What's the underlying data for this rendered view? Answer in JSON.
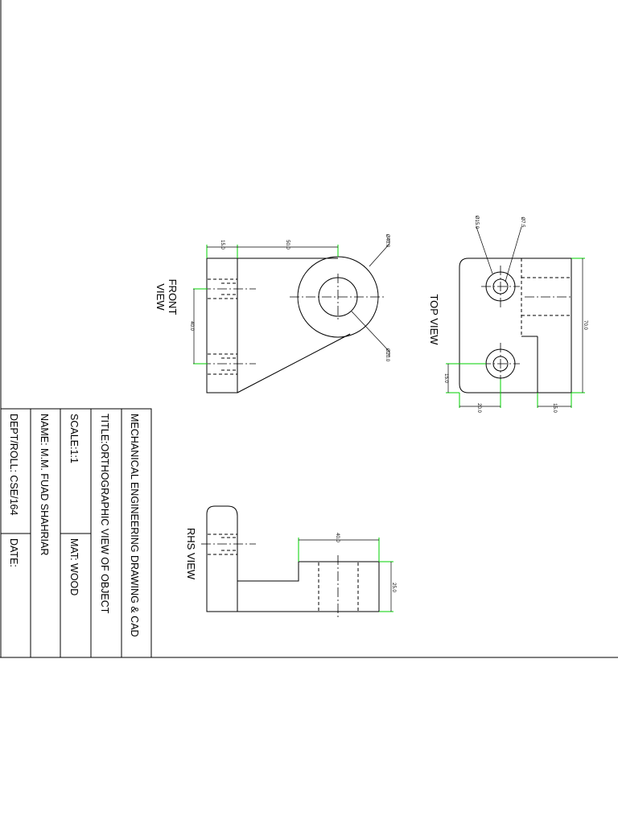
{
  "views": {
    "front": {
      "label_line1": "FRONT",
      "label_line2": "VIEW"
    },
    "top": {
      "label": "TOP VIEW"
    },
    "rhs": {
      "label": "RHS VIEW"
    }
  },
  "dimensions": {
    "front_15": "15.0",
    "front_50": "50.0",
    "front_40": "40.0",
    "front_dia40": "Ø40.0",
    "front_dia20": "Ø20.0",
    "top_dia15": "Ø15.0",
    "top_dia75": "Ø7.5",
    "top_70": "70.0",
    "top_15_left": "15.0",
    "top_20": "20.0",
    "top_15_bottom": "15.0",
    "rhs_40": "40.0",
    "rhs_25": "25.0"
  },
  "title_block": {
    "course": "MECHANICAL ENGINEERING DRAWING & CAD",
    "title": "TITLE:ORTHOGRAPHIC VIEW OF OBJECT",
    "scale": "SCALE:1:1",
    "material": "MAT: WOOD",
    "name": "NAME: M.M. FUAD SHAHRIAR",
    "dept_roll": "DEPT/ROLL: CSE/164",
    "date": "DATE:"
  }
}
